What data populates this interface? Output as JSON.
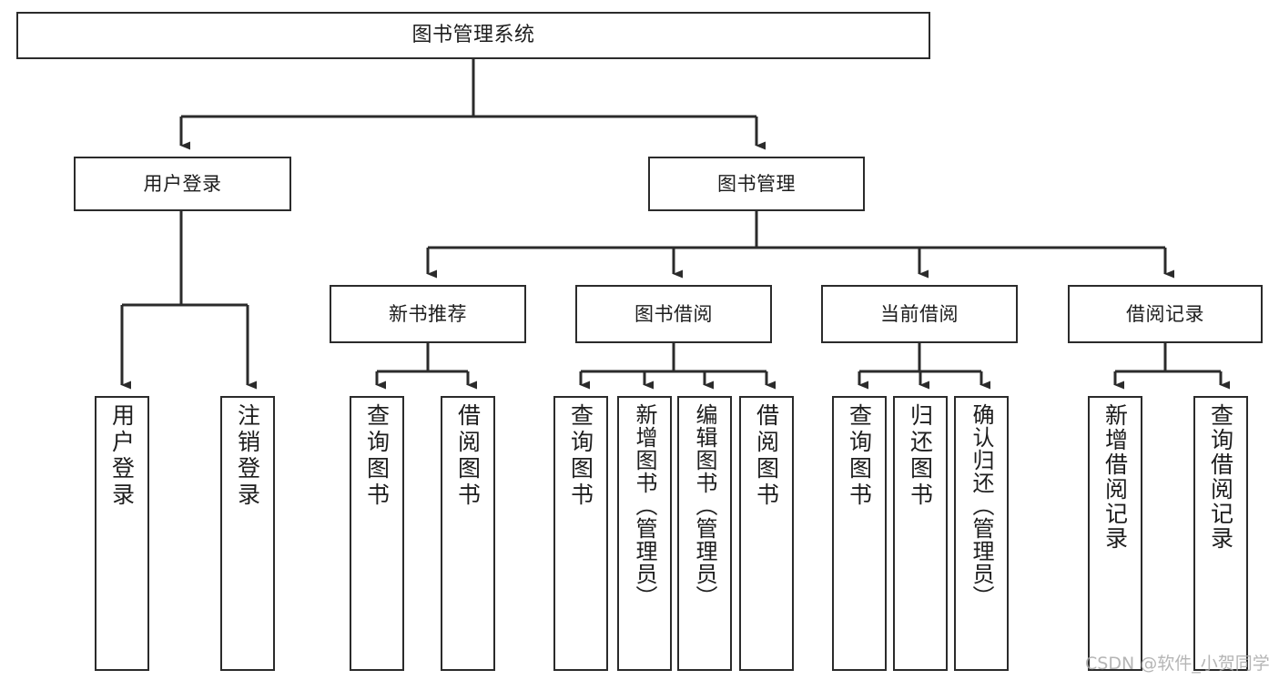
{
  "diagram": {
    "type": "tree",
    "title": "图书管理系统",
    "root": {
      "label": "图书管理系统"
    },
    "level1": [
      {
        "label": "用户登录"
      },
      {
        "label": "图书管理"
      }
    ],
    "level2": [
      {
        "label": "新书推荐"
      },
      {
        "label": "图书借阅"
      },
      {
        "label": "当前借阅"
      },
      {
        "label": "借阅记录"
      }
    ],
    "leaves": {
      "user_login": [
        {
          "label": "用户登录"
        },
        {
          "label": "注销登录"
        }
      ],
      "new_rec": [
        {
          "label": "查询图书"
        },
        {
          "label": "借阅图书"
        }
      ],
      "book_borrow": [
        {
          "label": "查询图书"
        },
        {
          "label": "新增图书（管理员）"
        },
        {
          "label": "编辑图书（管理员）"
        },
        {
          "label": "借阅图书"
        }
      ],
      "cur_borrow": [
        {
          "label": "查询图书"
        },
        {
          "label": "归还图书"
        },
        {
          "label": "确认归还（管理员）"
        }
      ],
      "borrow_log": [
        {
          "label": "新增借阅记录"
        },
        {
          "label": "查询借阅记录"
        }
      ]
    }
  },
  "watermark": {
    "text": "CSDN @软件_小贺同学"
  },
  "colors": {
    "background": "#ffffff",
    "box_border": "#2b2b2b",
    "text": "#1d1d1d",
    "connector": "#2b2b2b",
    "watermark": "#a9a9a9"
  }
}
